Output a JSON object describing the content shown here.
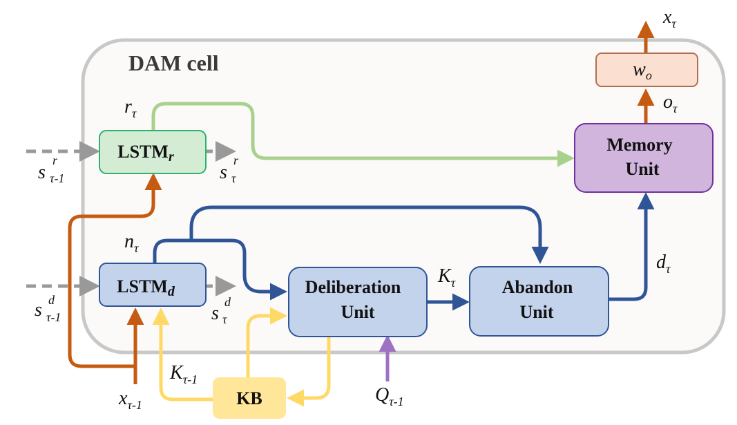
{
  "diagram": {
    "title": "DAM cell",
    "colors": {
      "container_fill": "#fbfaf9",
      "container_stroke": "#c8c8c8",
      "gray_arrow": "#999999",
      "orange": "#c55a11",
      "green": "#a9d18e",
      "blue": "#2f5597",
      "yellow": "#ffd966",
      "purple": "#9e72c3",
      "lstm_r_fill": "#d5ecd4",
      "lstm_r_stroke": "#2db36a",
      "blue_box_fill": "#c4d3ec",
      "blue_box_stroke": "#2f5597",
      "memory_fill": "#d1b5dd",
      "memory_stroke": "#7030a0",
      "wo_fill": "#fbe0d2",
      "wo_stroke": "#b07050",
      "kb_fill": "#ffe699"
    },
    "nodes": {
      "lstm_r": {
        "main": "LSTM",
        "sub": "r"
      },
      "lstm_d": {
        "main": "LSTM",
        "sub": "d"
      },
      "deliberation": {
        "line1": "Deliberation",
        "line2": "Unit"
      },
      "abandon": {
        "line1": "Abandon",
        "line2": "Unit"
      },
      "memory": {
        "line1": "Memory",
        "line2": "Unit"
      },
      "wo": {
        "main": "w",
        "sub": "o"
      },
      "kb": {
        "label": "KB"
      }
    },
    "labels": {
      "r_tau": {
        "main": "r",
        "sub": "τ"
      },
      "n_tau": {
        "main": "n",
        "sub": "τ"
      },
      "s_r_prev": {
        "main": "s",
        "sup": "r",
        "sub": "τ-1"
      },
      "s_r_curr": {
        "main": "s",
        "sup": "r",
        "sub": "τ"
      },
      "s_d_prev": {
        "main": "s",
        "sup": "d",
        "sub": "τ-1"
      },
      "s_d_curr": {
        "main": "s",
        "sup": "d",
        "sub": "τ"
      },
      "K_tau": {
        "main": "K",
        "sub": "τ"
      },
      "K_prev": {
        "main": "K",
        "sub": "τ-1"
      },
      "x_prev": {
        "main": "x",
        "sub": "τ-1"
      },
      "Q_prev": {
        "main": "Q",
        "sub": "τ-1"
      },
      "d_tau": {
        "main": "d",
        "sub": "τ"
      },
      "o_tau": {
        "main": "o",
        "sub": "τ"
      },
      "x_tau": {
        "main": "x",
        "sub": "τ"
      }
    }
  }
}
